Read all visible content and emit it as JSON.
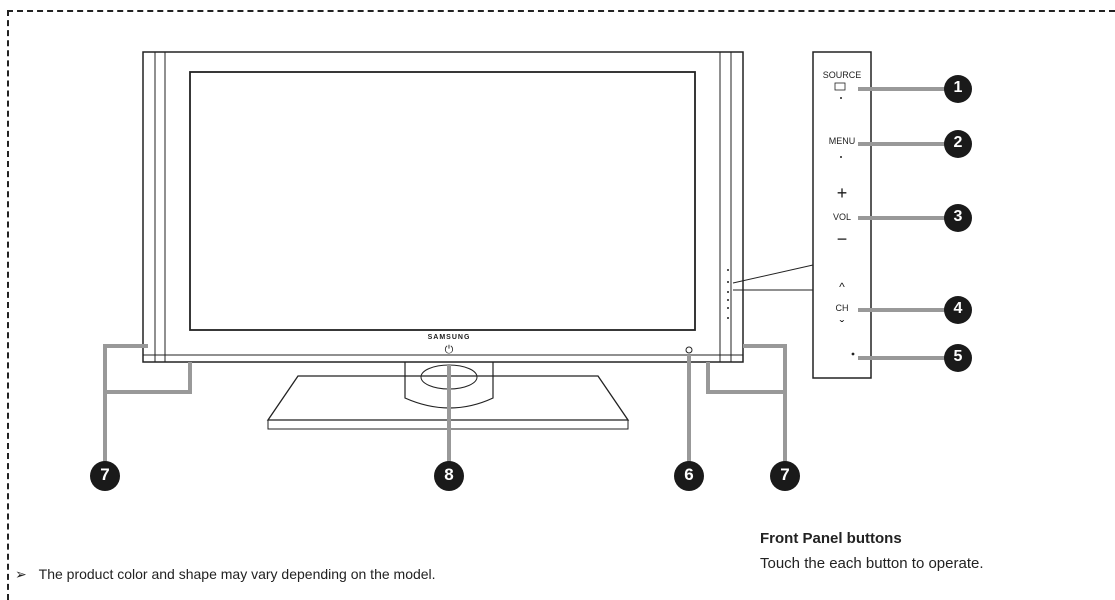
{
  "brand_logo": "SAMSUNG",
  "buttons": {
    "source": "SOURCE",
    "menu": "MENU",
    "vol": "VOL",
    "ch": "CH",
    "plus": "+",
    "minus": "−",
    "up": "^",
    "down": "ˇ"
  },
  "callouts": [
    "1",
    "2",
    "3",
    "4",
    "5",
    "6",
    "7",
    "8"
  ],
  "panel": {
    "title": "Front Panel buttons",
    "description": "Touch the each button to operate."
  },
  "note": {
    "bullet": "➢",
    "text": "The product color and shape may vary depending on the model."
  },
  "colors": {
    "line": "#222222",
    "leader": "#999999",
    "callout": "#1a1a1a"
  }
}
